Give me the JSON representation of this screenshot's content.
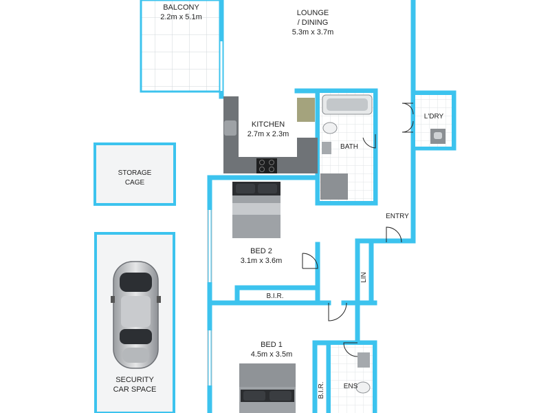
{
  "colors": {
    "wall": "#3cc3ee",
    "floor": "#ffffff",
    "tile_grid": "#dfe3e6",
    "storage_fill": "#f3f4f5",
    "kitchen_bench": "#707478",
    "text": "#222222"
  },
  "rooms": {
    "balcony": {
      "name": "BALCONY",
      "size": "2.2m x 5.1m"
    },
    "lounge": {
      "name": "LOUNGE",
      "name2": "/ DINING",
      "size": "5.3m x 3.7m"
    },
    "kitchen": {
      "name": "KITCHEN",
      "size": "2.7m x 2.3m"
    },
    "bath": {
      "name": "BATH"
    },
    "laundry": {
      "name": "L'DRY"
    },
    "storage": {
      "name": "STORAGE",
      "name2": "CAGE"
    },
    "bed2": {
      "name": "BED 2",
      "size": "3.1m x 3.6m"
    },
    "bir1": {
      "name": "B.I.R."
    },
    "entry": {
      "name": "ENTRY"
    },
    "lin": {
      "name": "LIN"
    },
    "bed1": {
      "name": "BED 1",
      "size": "4.5m x 3.5m"
    },
    "bir2": {
      "name": "B.I.R."
    },
    "ensuite": {
      "name": "ENS"
    },
    "car": {
      "name": "SECURITY",
      "name2": "CAR SPACE"
    }
  },
  "icons": [
    "car-icon",
    "bed-icon",
    "bathtub-icon",
    "toilet-icon",
    "stove-icon",
    "sink-icon",
    "shower-icon",
    "washing-machine-icon",
    "door-swing-icon"
  ]
}
